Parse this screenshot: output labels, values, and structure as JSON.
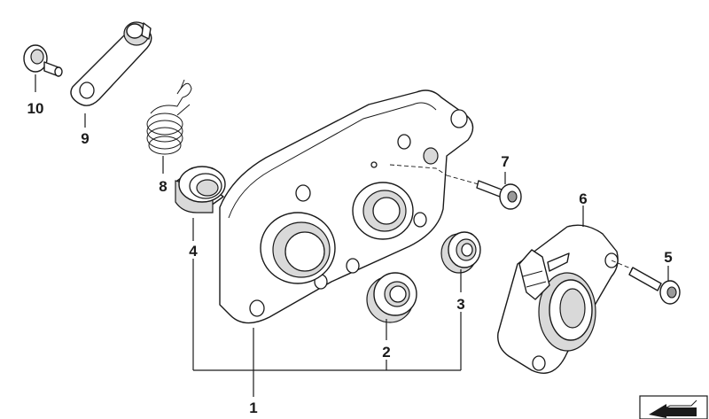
{
  "labels": {
    "p1": "1",
    "p2": "2",
    "p3": "3",
    "p4": "4",
    "p5": "5",
    "p6": "6",
    "p7": "7",
    "p8": "8",
    "p9": "9",
    "p10": "10"
  },
  "icons": {
    "corner": "arrow-icon"
  }
}
